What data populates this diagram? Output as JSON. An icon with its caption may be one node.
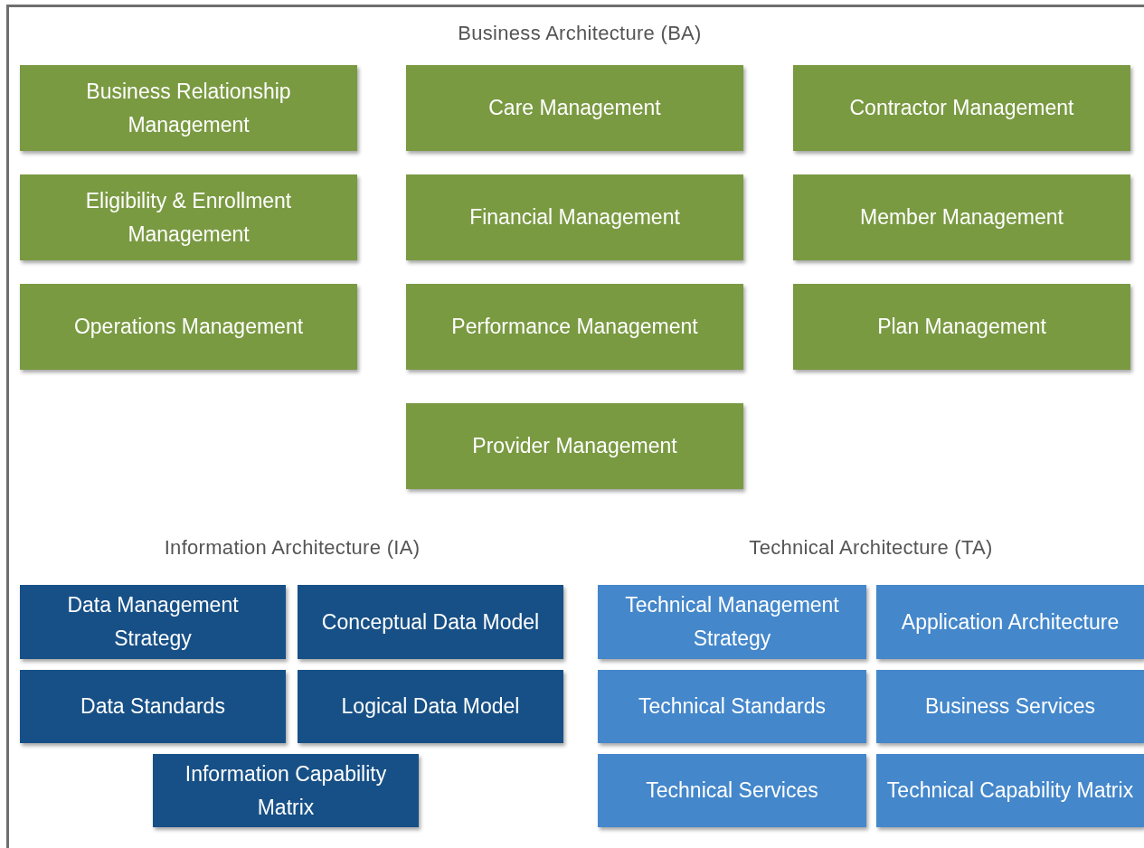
{
  "diagram": {
    "nodes": [
      {
        "text": [
          "Business Relationship Management"
        ]
      },
      {
        "text": [
          "Care Management"
        ]
      },
      {
        "text": [
          "Contractor Management"
        ]
      },
      {
        "text": [
          "Eligibility & Enrollment Management"
        ]
      },
      {
        "text": [
          "Financial Management"
        ]
      },
      {
        "text": [
          "Member Management"
        ]
      },
      {
        "text": [
          "Operations Management"
        ]
      },
      {
        "text": [
          "Performance Management"
        ]
      },
      {
        "text": [
          "Plan Management"
        ]
      },
      {
        "text": [
          "Provider Management"
        ]
      },
      {
        "text": [
          "Data Management Strategy"
        ]
      },
      {
        "text": [
          "Conceptual Data Model"
        ]
      },
      {
        "text": [
          "Data Standards"
        ]
      },
      {
        "text": [
          "Logical Data Model"
        ]
      },
      {
        "text": [
          "Information Capability Matrix"
        ]
      },
      {
        "text": [
          "Technical Management Strategy"
        ]
      },
      {
        "text": [
          "Application Architecture"
        ]
      },
      {
        "text": [
          "Technical Standards"
        ]
      },
      {
        "text": [
          "Business Services"
        ]
      },
      {
        "text": [
          "Technical Services"
        ]
      },
      {
        "text": [
          "Technical Capability Matrix"
        ]
      }
    ],
    "labels": [
      "Business Architecture (BA)",
      "Information Architecture (IA)",
      "Technical Architecture (TA)"
    ]
  }
}
